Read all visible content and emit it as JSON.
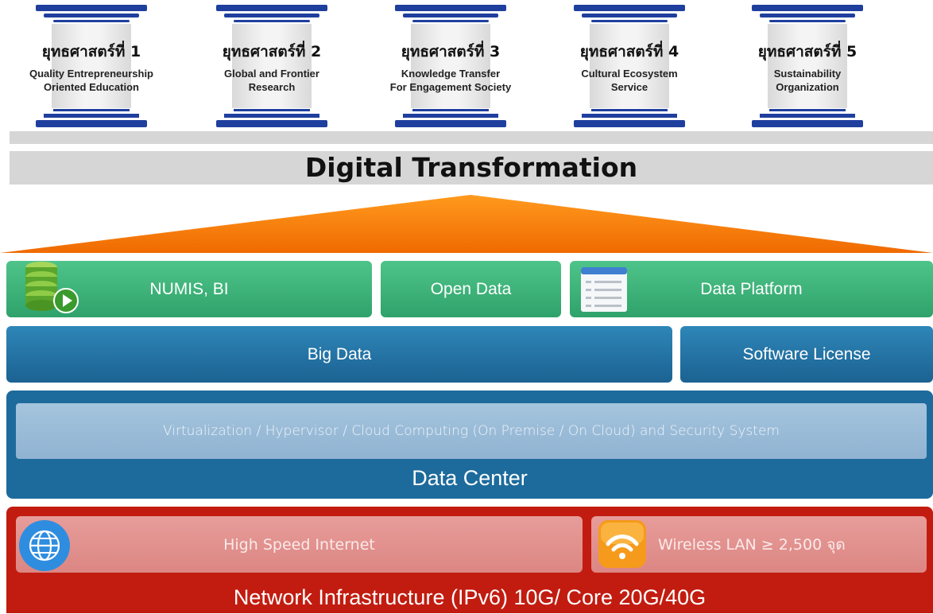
{
  "strategies": [
    {
      "title": "ยุทธศาสตร์ที่ 1",
      "sub1": "Quality Entrepreneurship",
      "sub2": "Oriented Education"
    },
    {
      "title": "ยุทธศาสตร์ที่ 2",
      "sub1": "Global and Frontier",
      "sub2": "Research"
    },
    {
      "title": "ยุทธศาสตร์ที่ 3",
      "sub1": "Knowledge Transfer",
      "sub2": "For Engagement Society"
    },
    {
      "title": "ยุทธศาสตร์ที่ 4",
      "sub1": "Cultural Ecosystem",
      "sub2": "Service"
    },
    {
      "title": "ยุทธศาสตร์ที่ 5",
      "sub1": "Sustainability",
      "sub2": "Organization"
    }
  ],
  "digital_transformation": "Digital Transformation",
  "apps": {
    "numis": "NUMIS, BI",
    "open_data": "Open Data",
    "data_platform": "Data Platform"
  },
  "data_layer": {
    "big_data": "Big Data",
    "software_license": "Software License"
  },
  "data_center": {
    "inner": "Virtualization / Hypervisor / Cloud Computing (On Premise / On Cloud) and Security System",
    "title": "Data Center"
  },
  "network": {
    "internet": "High Speed Internet",
    "wireless": "Wireless LAN ≥ 2,500 จุด",
    "title": "Network Infrastructure (IPv6) 10G/ Core 20G/40G"
  },
  "colors": {
    "pillar_blue": "#1f3f9e",
    "green": "#3bb47a",
    "blue": "#1b6292",
    "red": "#c21c10",
    "orange": "#ff7a00"
  },
  "icons": [
    "database-play-icon",
    "list-document-icon",
    "globe-icon",
    "wifi-icon"
  ]
}
